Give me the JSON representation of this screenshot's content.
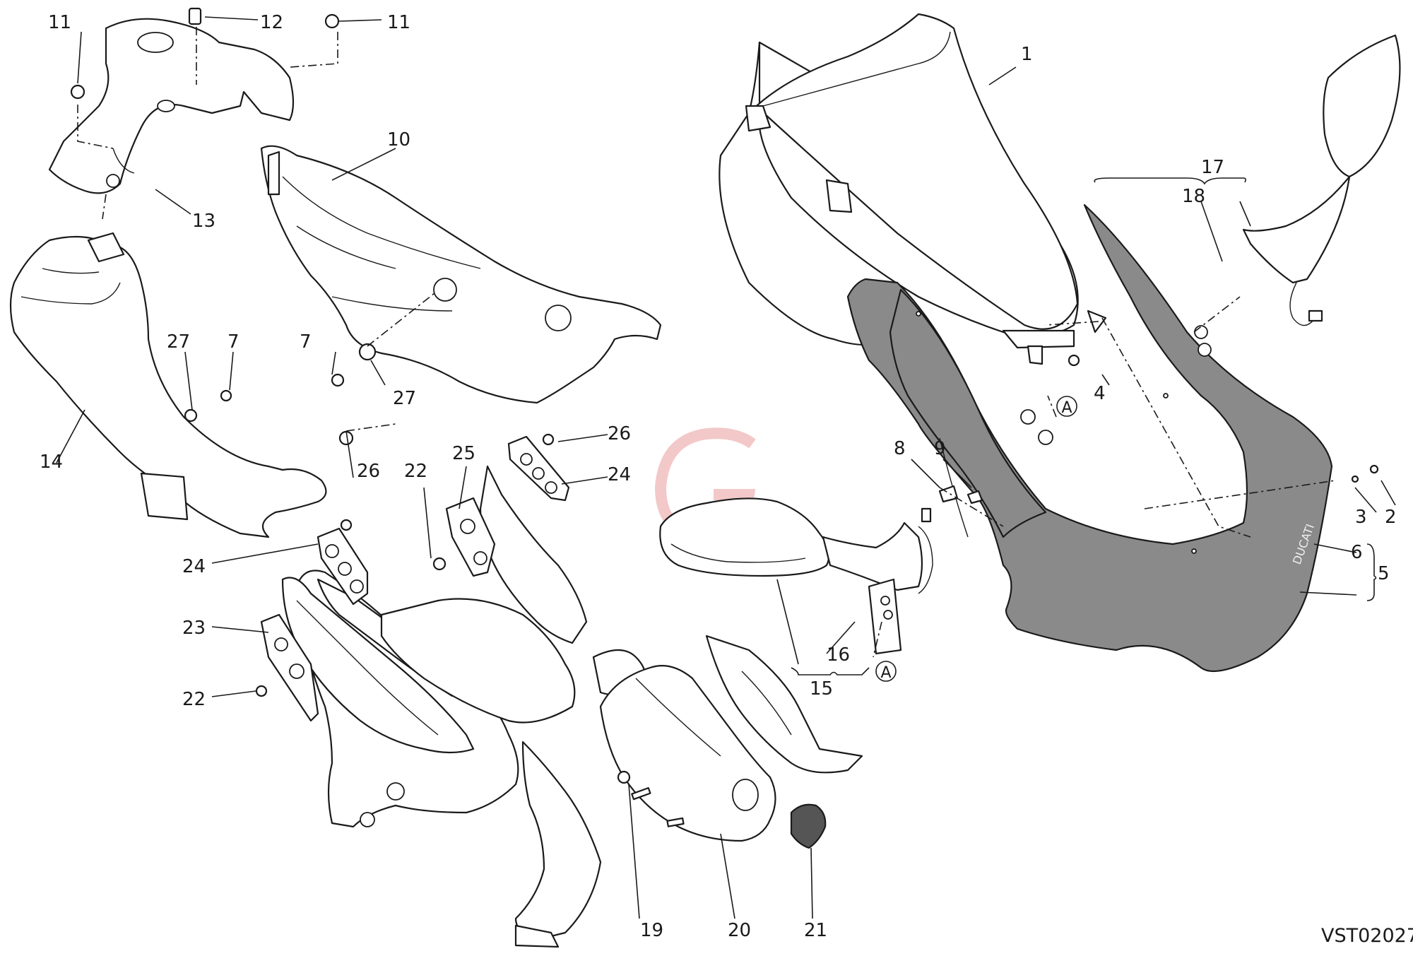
{
  "diagram": {
    "code": "VST02027",
    "watermark_letter": "G",
    "brand_mark": "DUCATI",
    "ref_letter": "A",
    "callouts": {
      "c1": "1",
      "c2": "2",
      "c3": "3",
      "c4": "4",
      "c5": "5",
      "c6": "6",
      "c7a": "7",
      "c7b": "7",
      "c8": "8",
      "c9": "9",
      "c10": "10",
      "c11a": "11",
      "c11b": "11",
      "c12": "12",
      "c13": "13",
      "c14": "14",
      "c15": "15",
      "c16": "16",
      "c17": "17",
      "c18": "18",
      "c19": "19",
      "c20": "20",
      "c21": "21",
      "c22a": "22",
      "c22b": "22",
      "c23": "23",
      "c24a": "24",
      "c24b": "24",
      "c25": "25",
      "c26a": "26",
      "c26b": "26",
      "c27a": "27",
      "c27b": "27"
    },
    "colors": {
      "outline": "#1a1a1a",
      "fairing_grey": "#8a8a8a",
      "watermark": "#f3c8c8"
    }
  }
}
